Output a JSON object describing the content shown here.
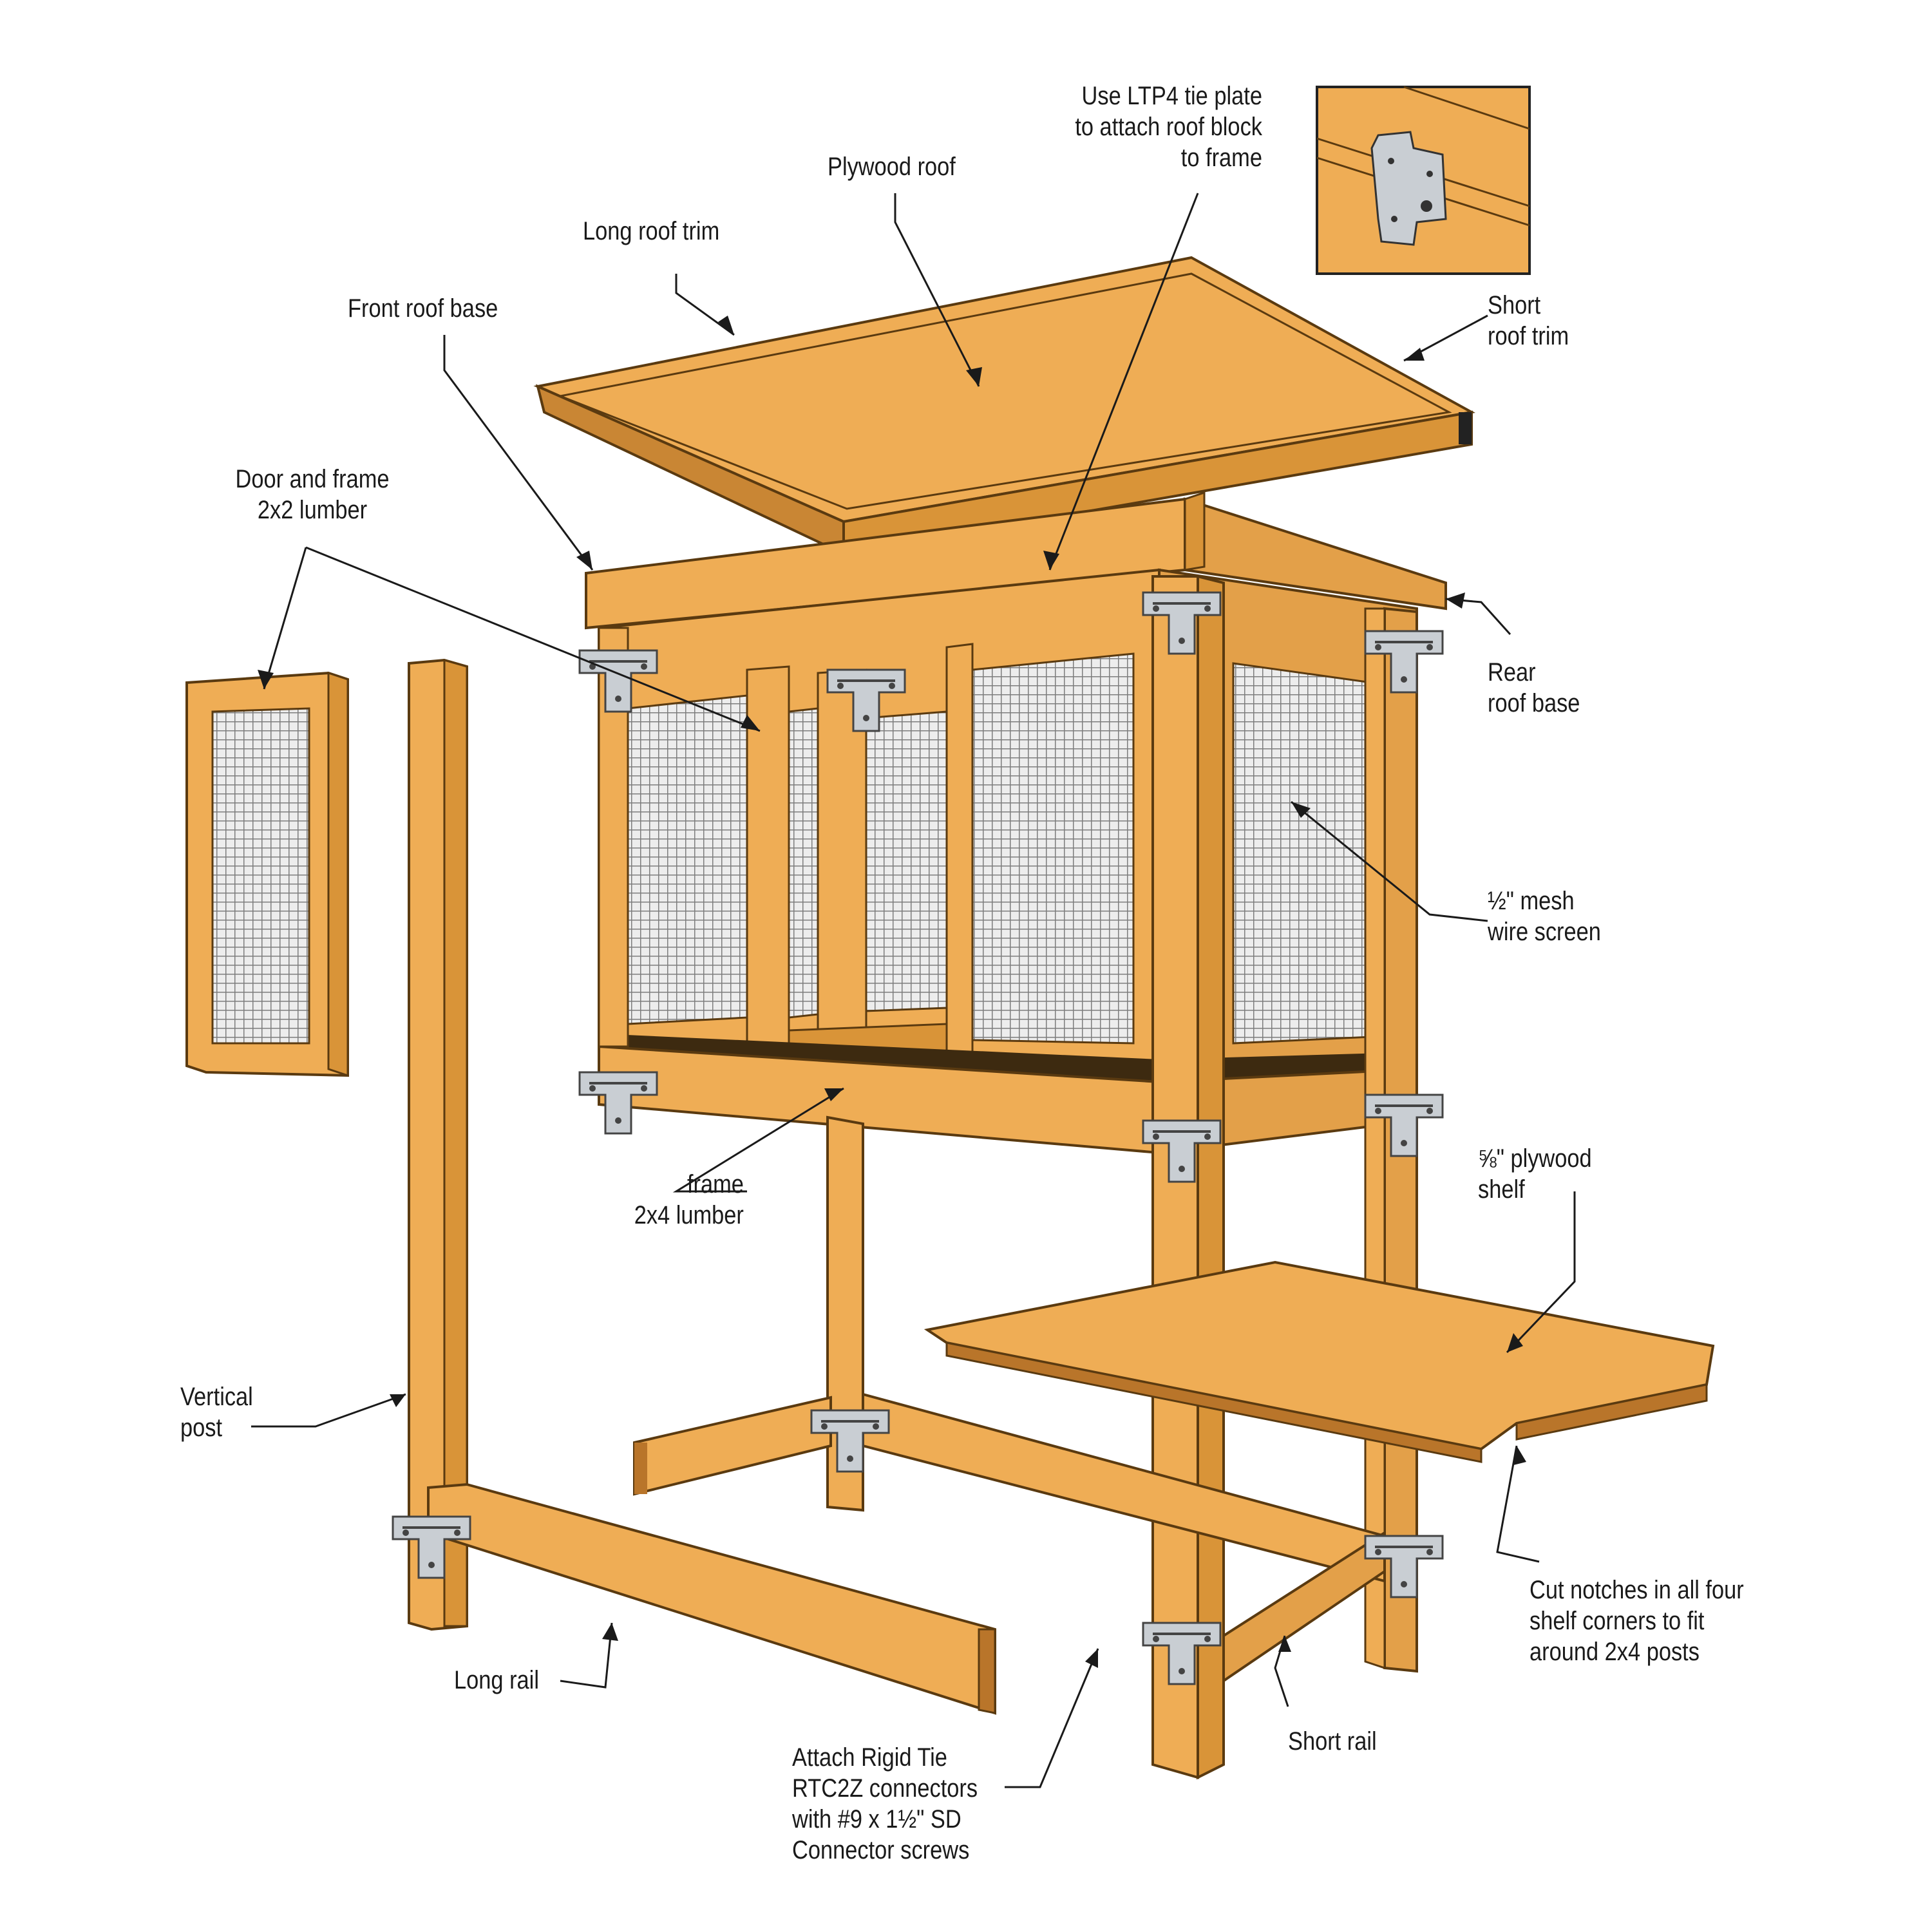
{
  "colors": {
    "wood": "#EFAD55",
    "wood_shade": "#D99438",
    "wood_dark": "#B9752A",
    "outline": "#5a3a10",
    "mesh": "#8c8c8c",
    "mesh_bg": "#EDEDED",
    "metal": "#C9CED3",
    "text": "#1a1a1a",
    "leader": "#1a1a1a"
  },
  "labels": {
    "plywood_roof": "Plywood roof",
    "long_roof_trim": "Long roof trim",
    "front_roof_base": "Front roof base",
    "ltp4_note": "Use LTP4 tie plate\nto attach roof block\nto frame",
    "short_roof_trim": "Short\nroof trim",
    "door_frame": "Door and frame\n2x2 lumber",
    "rear_roof_base": "Rear\nroof base",
    "mesh_screen": "½\" mesh\nwire screen",
    "frame_lumber": "frame\n2x4 lumber",
    "plywood_shelf": "⅝\" plywood\nshelf",
    "vertical_post": "Vertical\npost",
    "cut_notches": "Cut notches in all four\nshelf corners to fit\naround 2x4 posts",
    "long_rail": "Long rail",
    "short_rail": "Short rail",
    "rigid_tie": "Attach Rigid Tie\nRTC2Z connectors\nwith #9 x 1½\" SD\nConnector screws"
  },
  "icons": [
    "rtc2z-connector-icon",
    "ltp4-tie-plate-icon",
    "wire-mesh-icon"
  ]
}
